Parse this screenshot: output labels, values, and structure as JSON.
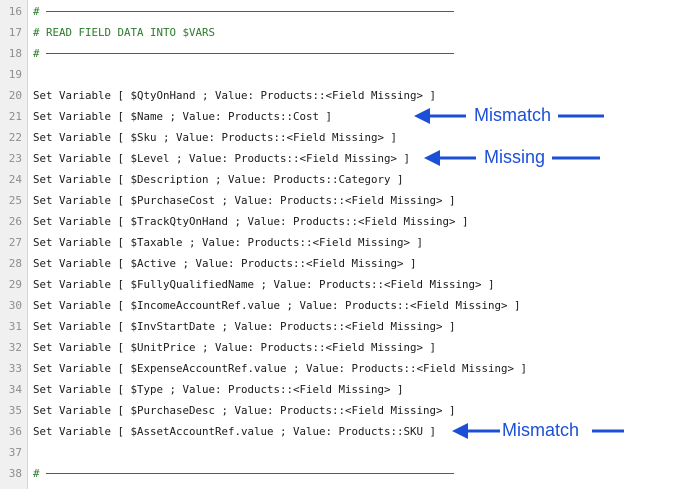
{
  "editor": {
    "lines": [
      {
        "n": "16",
        "kind": "separator",
        "text": "#"
      },
      {
        "n": "17",
        "kind": "comment",
        "text": "# READ FIELD DATA INTO $VARS"
      },
      {
        "n": "18",
        "kind": "separator",
        "text": "#"
      },
      {
        "n": "19",
        "kind": "blank",
        "text": ""
      },
      {
        "n": "20",
        "kind": "code",
        "text": "Set Variable [ $QtyOnHand ; Value: Products::<Field Missing> ]"
      },
      {
        "n": "21",
        "kind": "code",
        "text": "Set Variable [ $Name ; Value: Products::Cost ]"
      },
      {
        "n": "22",
        "kind": "code",
        "text": "Set Variable [ $Sku ; Value: Products::<Field Missing> ]"
      },
      {
        "n": "23",
        "kind": "code",
        "text": "Set Variable [ $Level ; Value: Products::<Field Missing> ]"
      },
      {
        "n": "24",
        "kind": "code",
        "text": "Set Variable [ $Description ; Value: Products::Category ]"
      },
      {
        "n": "25",
        "kind": "code",
        "text": "Set Variable [ $PurchaseCost ; Value: Products::<Field Missing> ]"
      },
      {
        "n": "26",
        "kind": "code",
        "text": "Set Variable [ $TrackQtyOnHand ; Value: Products::<Field Missing> ]"
      },
      {
        "n": "27",
        "kind": "code",
        "text": "Set Variable [ $Taxable ; Value: Products::<Field Missing> ]"
      },
      {
        "n": "28",
        "kind": "code",
        "text": "Set Variable [ $Active ; Value: Products::<Field Missing> ]"
      },
      {
        "n": "29",
        "kind": "code",
        "text": "Set Variable [ $FullyQualifiedName ; Value: Products::<Field Missing> ]"
      },
      {
        "n": "30",
        "kind": "code",
        "text": "Set Variable [ $IncomeAccountRef.value ; Value: Products::<Field Missing> ]"
      },
      {
        "n": "31",
        "kind": "code",
        "text": "Set Variable [ $InvStartDate ; Value: Products::<Field Missing> ]"
      },
      {
        "n": "32",
        "kind": "code",
        "text": "Set Variable [ $UnitPrice ; Value: Products::<Field Missing> ]"
      },
      {
        "n": "33",
        "kind": "code",
        "text": "Set Variable [ $ExpenseAccountRef.value ; Value: Products::<Field Missing> ]"
      },
      {
        "n": "34",
        "kind": "code",
        "text": "Set Variable [ $Type ; Value: Products::<Field Missing> ]"
      },
      {
        "n": "35",
        "kind": "code",
        "text": "Set Variable [ $PurchaseDesc ; Value: Products::<Field Missing> ]"
      },
      {
        "n": "36",
        "kind": "code",
        "text": "Set Variable [ $AssetAccountRef.value ; Value: Products::SKU ]"
      },
      {
        "n": "37",
        "kind": "blank",
        "text": ""
      },
      {
        "n": "38",
        "kind": "separator",
        "text": "#"
      }
    ]
  },
  "annotations": [
    {
      "label": "Mismatch",
      "line": "21",
      "color": "#1c4fd8"
    },
    {
      "label": "Missing",
      "line": "23",
      "color": "#1c4fd8"
    },
    {
      "label": "Mismatch",
      "line": "36",
      "color": "#1c4fd8"
    }
  ]
}
